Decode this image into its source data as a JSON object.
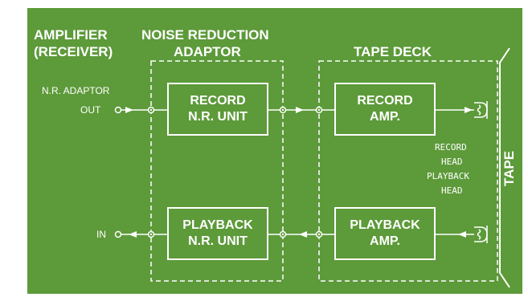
{
  "colors": {
    "background": "#5d9a3a",
    "foreground": "#ffffff"
  },
  "headers": {
    "amplifier": [
      "AMPLIFIER",
      "(RECEIVER)"
    ],
    "noise_reduction": [
      "NOISE REDUCTION",
      "ADAPTOR"
    ],
    "tape_deck": "TAPE DECK"
  },
  "jacks": {
    "nr_adaptor": "N.R. ADAPTOR",
    "out": "OUT",
    "in": "IN"
  },
  "units": {
    "record_nr": [
      "RECORD",
      "N.R. UNIT"
    ],
    "playback_nr": [
      "PLAYBACK",
      "N.R. UNIT"
    ],
    "record_amp": [
      "RECORD",
      "AMP."
    ],
    "playback_amp": [
      "PLAYBACK",
      "AMP."
    ]
  },
  "heads": [
    "RECORD",
    "HEAD",
    "PLAYBACK",
    "HEAD"
  ],
  "tape": "TAPE",
  "icons": [
    "arrow-right-icon",
    "arrow-left-icon",
    "jack-icon",
    "tape-head-icon"
  ]
}
